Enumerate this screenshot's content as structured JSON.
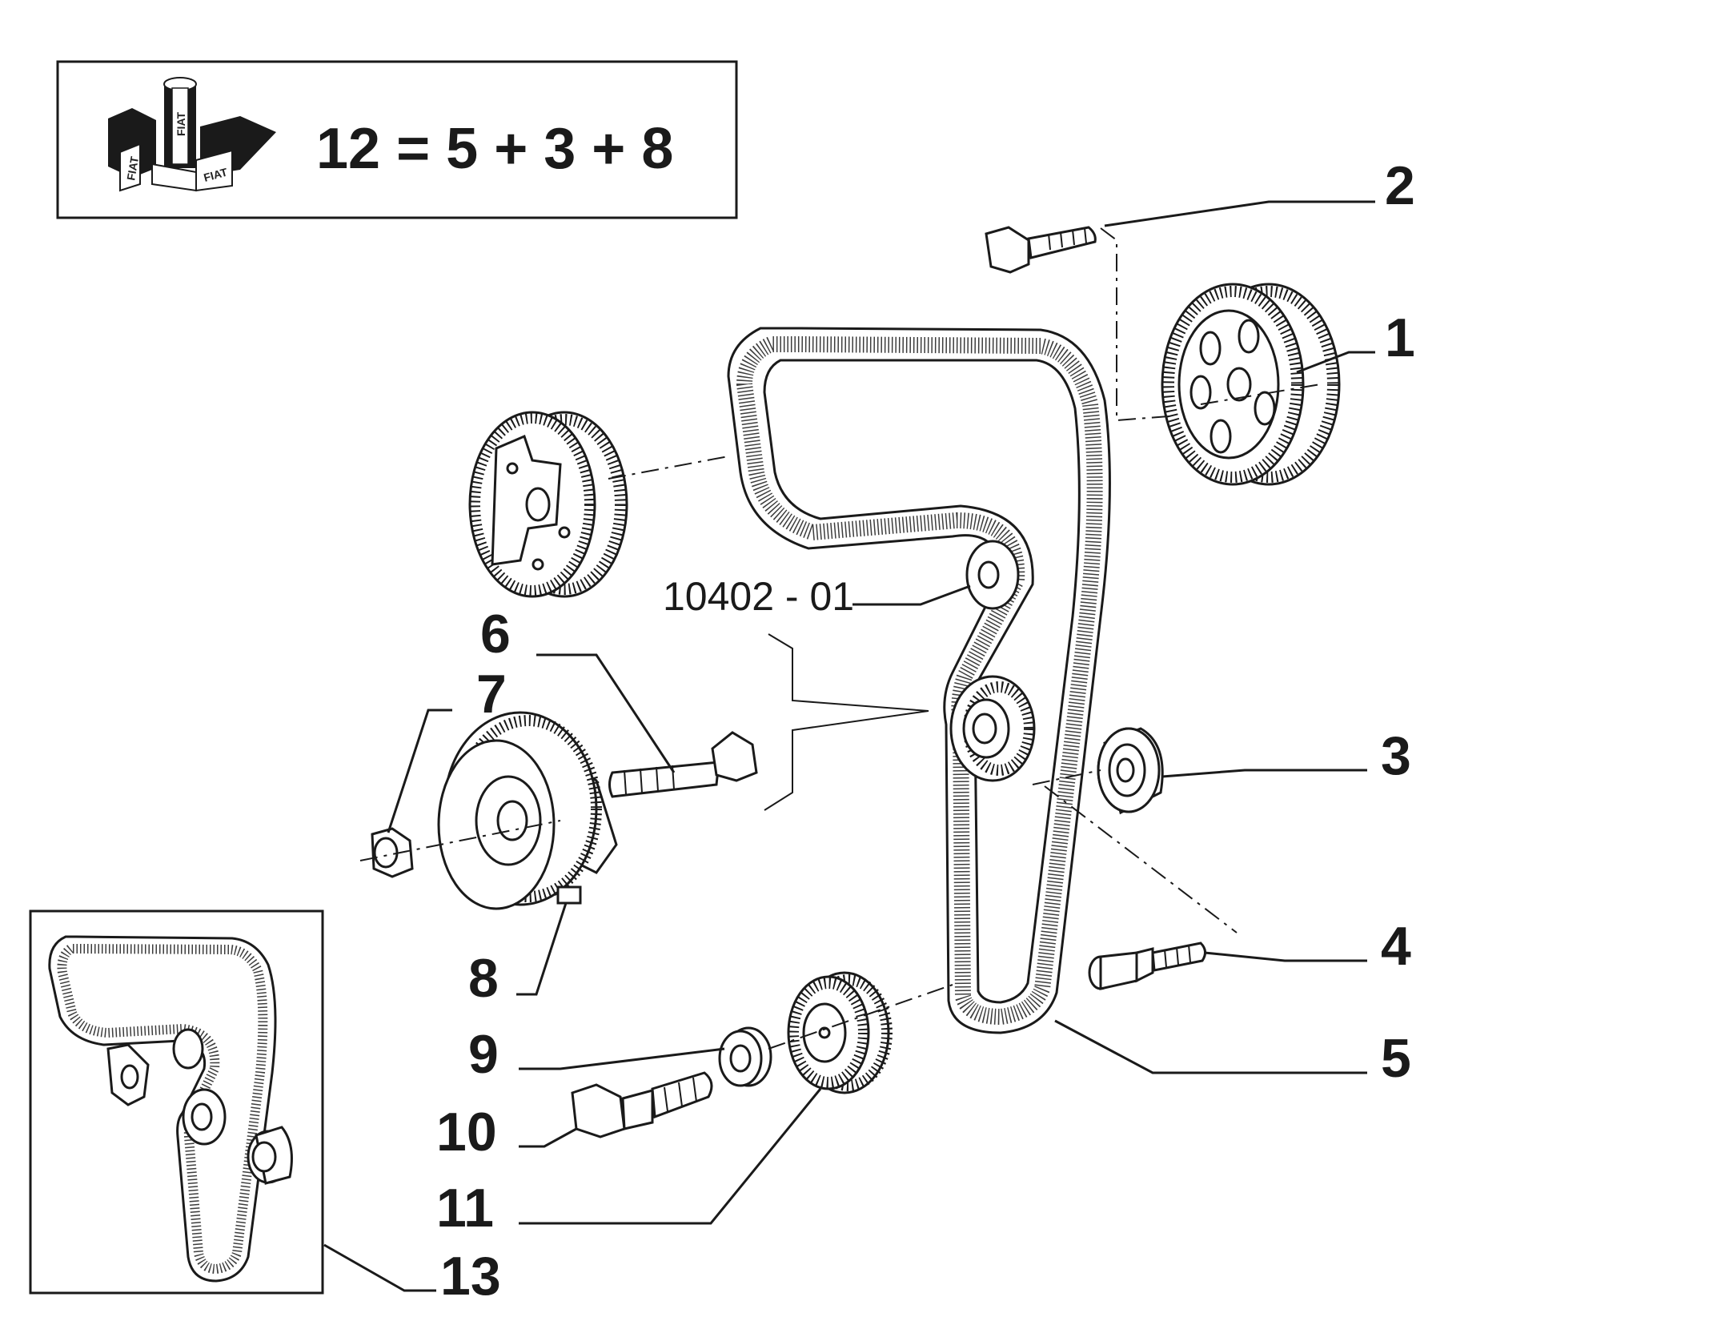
{
  "kit": {
    "formula": "12 = 5 + 3 + 8",
    "logo_text": "FIAT"
  },
  "drawing_code": "10402 - 01",
  "callouts": {
    "c1": "1",
    "c2": "2",
    "c3": "3",
    "c4": "4",
    "c5": "5",
    "c6": "6",
    "c7": "7",
    "c8": "8",
    "c9": "9",
    "c10": "10",
    "c11": "11",
    "c13": "13"
  },
  "colors": {
    "ink": "#1a1a1a",
    "paper": "#ffffff"
  }
}
